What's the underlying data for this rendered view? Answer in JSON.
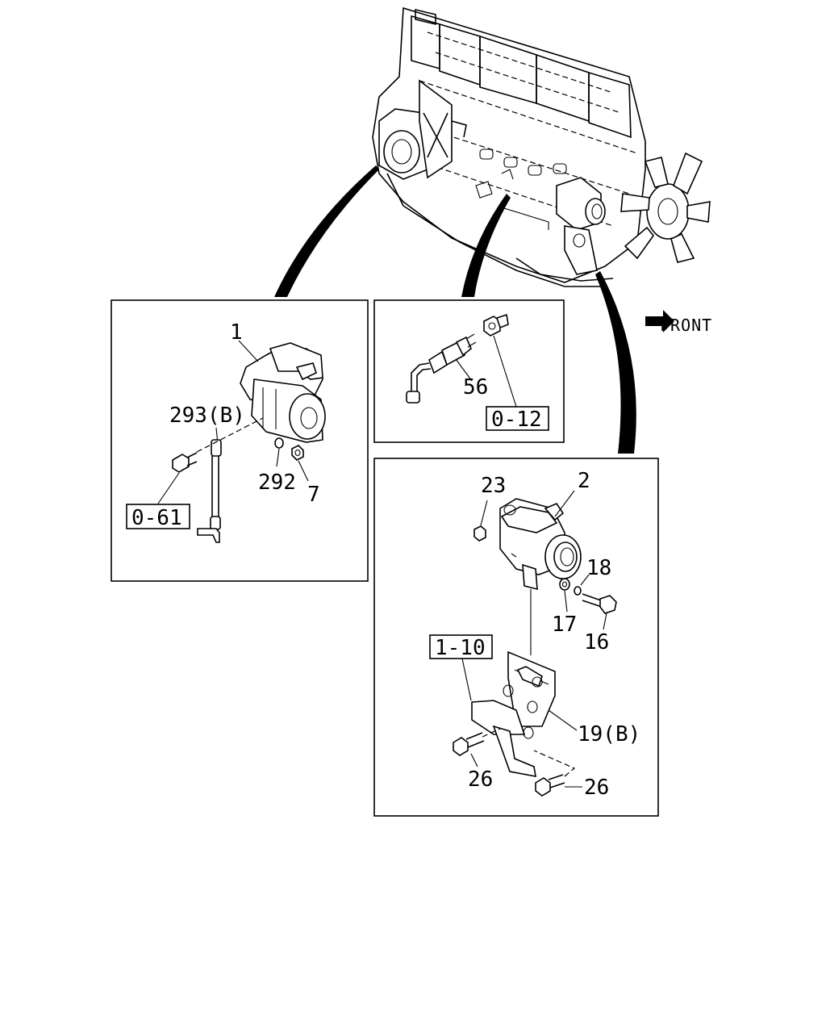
{
  "direction": {
    "label": "FRONT",
    "icon": "front-arrow-icon"
  },
  "panels": {
    "starter": {
      "labels": {
        "part_1": "1",
        "part_293b": "293(B)",
        "part_292": "292",
        "part_7": "7",
        "ref_0_61": "0-61"
      }
    },
    "sensor": {
      "labels": {
        "part_56": "56",
        "ref_0_12": "0-12"
      }
    },
    "alternator": {
      "labels": {
        "part_2": "2",
        "part_23": "23",
        "part_18": "18",
        "part_17": "17",
        "part_16": "16",
        "ref_1_10": "1-10",
        "part_19b": "19(B)",
        "part_26_left": "26",
        "part_26_right": "26"
      }
    }
  }
}
